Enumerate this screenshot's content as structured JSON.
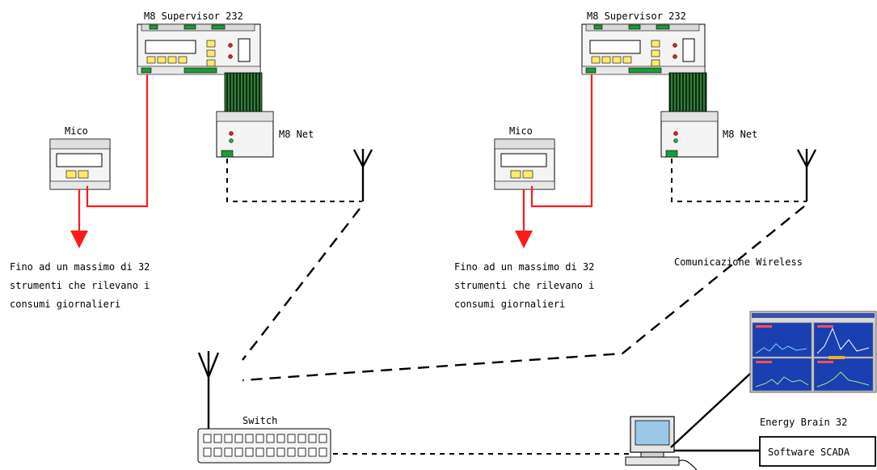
{
  "diagram": {
    "left_cluster": {
      "supervisor_label": "M8 Supervisor 232",
      "mico_label": "Mico",
      "net_label": "M8 Net",
      "note_lines": [
        "Fino ad un massimo di 32",
        "strumenti che rilevano i",
        "consumi giornalieri"
      ]
    },
    "right_cluster": {
      "supervisor_label": "M8 Supervisor 232",
      "mico_label": "Mico",
      "net_label": "M8 Net",
      "note_lines": [
        "Fino ad un massimo di 32",
        "strumenti che rilevano i",
        "consumi giornalieri"
      ]
    },
    "wireless_label": "Comunicazione Wireless",
    "switch_label": "Switch",
    "energy_brain_label": "Energy Brain 32",
    "scada_label": "Software SCADA",
    "colors": {
      "signal_wire": "#ff1a1a",
      "led_green": "#1f9a3a",
      "keypad_yellow": "#ffeb6b",
      "screen_blue": "#1a3fb0"
    }
  }
}
